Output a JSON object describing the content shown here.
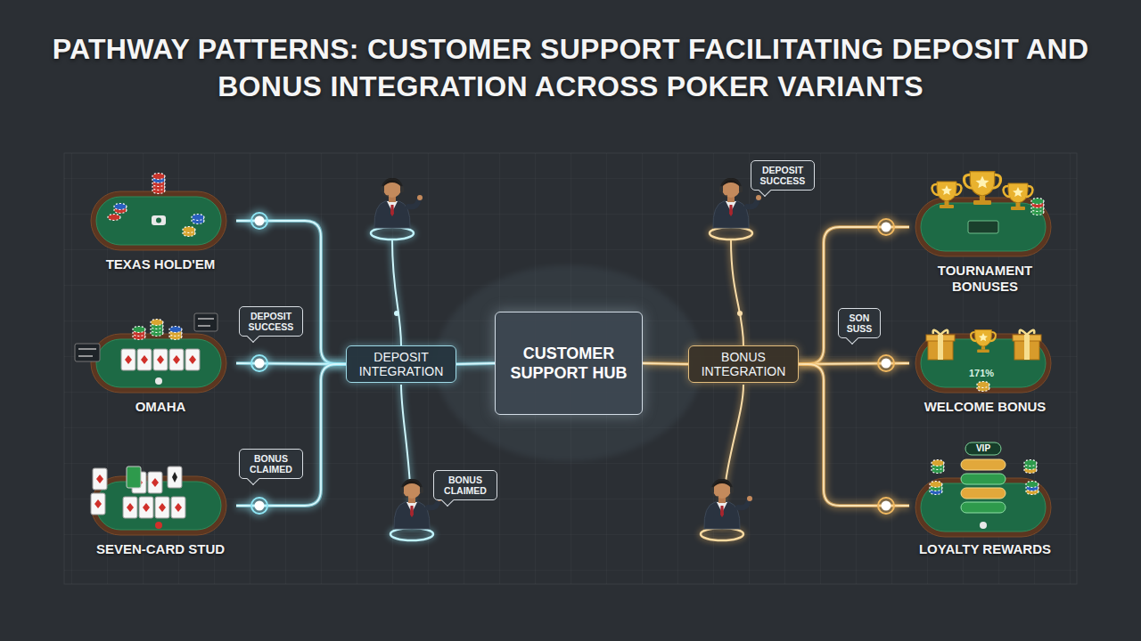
{
  "diagram": {
    "title": "PATHWAY PATTERNS: CUSTOMER SUPPORT FACILITATING DEPOSIT AND BONUS INTEGRATION ACROSS POKER VARIANTS",
    "nodes": [
      {
        "text": [
          "TEXAS HOLD'EM"
        ]
      },
      {
        "text": [
          "OMAHA"
        ]
      },
      {
        "text": [
          "SEVEN-CARD STUD"
        ]
      },
      {
        "text": [
          "DEPOSIT SUCCESS"
        ]
      },
      {
        "text": [
          "BONUS CLAIMED"
        ]
      },
      {
        "text": [
          "DEPOSIT INTEGRATION"
        ]
      },
      {
        "text": [
          "CUSTOMER SUPPORT HUB"
        ]
      },
      {
        "text": [
          "BONUS CLAIMED"
        ]
      },
      {
        "text": [
          "DEPOSIT SUCCESS"
        ]
      },
      {
        "text": [
          "BONUS INTEGRATION"
        ]
      },
      {
        "text": [
          "SON SUSS"
        ]
      },
      {
        "text": [
          "TOURNAMENT BONUSES"
        ]
      },
      {
        "text": [
          "WELCOME BONUS"
        ]
      },
      {
        "text": [
          "LOYALTY REWARDS"
        ]
      }
    ],
    "edges": [
      {
        "from": 6,
        "to": 5,
        "arrow": "none"
      },
      {
        "from": 5,
        "to": 0,
        "arrow": "none"
      },
      {
        "from": 5,
        "to": 1,
        "arrow": "none"
      },
      {
        "from": 5,
        "to": 2,
        "arrow": "none"
      },
      {
        "from": 6,
        "to": 9,
        "arrow": "none"
      },
      {
        "from": 9,
        "to": 11,
        "arrow": "none"
      },
      {
        "from": 9,
        "to": 12,
        "arrow": "none"
      },
      {
        "from": 9,
        "to": 13,
        "arrow": "none"
      }
    ],
    "labels": [
      "171%",
      "VIP"
    ]
  }
}
